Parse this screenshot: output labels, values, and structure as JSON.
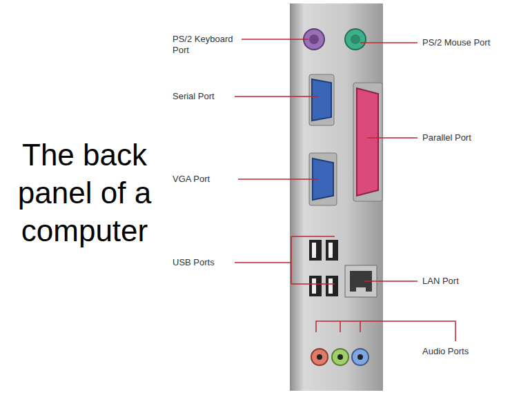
{
  "diagram": {
    "title": "The back panel of a computer",
    "labels": [
      "PS/2 Keyboard Port",
      "PS/2 Mouse Port",
      "Serial Port",
      "Parallel Port",
      "VGA Port",
      "USB Ports",
      "LAN Port",
      "Audio Ports"
    ]
  }
}
